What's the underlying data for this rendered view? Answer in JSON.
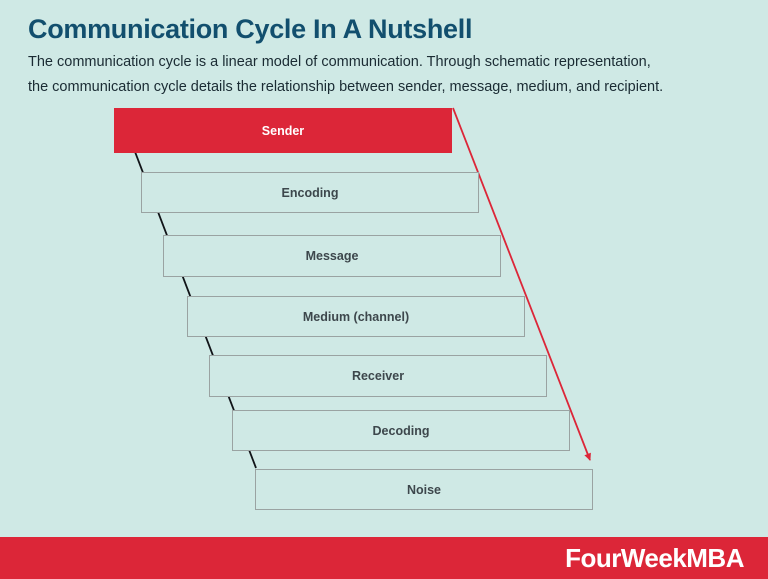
{
  "header": {
    "title": "Communication Cycle In A Nutshell",
    "description": "The communication cycle is a linear model of communication. Through schematic representation, the communication cycle details the relationship between sender, message, medium, and recipient."
  },
  "diagram": {
    "boxes": [
      {
        "label": "Sender",
        "highlight": true
      },
      {
        "label": "Encoding",
        "highlight": false
      },
      {
        "label": "Message",
        "highlight": false
      },
      {
        "label": "Medium (channel)",
        "highlight": false
      },
      {
        "label": "Receiver",
        "highlight": false
      },
      {
        "label": "Decoding",
        "highlight": false
      },
      {
        "label": "Noise",
        "highlight": false
      }
    ],
    "arrows": [
      {
        "name": "feedback-arrow",
        "color": "#101418",
        "direction": "up-left"
      },
      {
        "name": "noise-arrow",
        "color": "#dc2638",
        "direction": "down-right"
      }
    ]
  },
  "footer": {
    "brand": "FourWeekMBA"
  },
  "colors": {
    "background": "#cfe9e5",
    "accent": "#dc2638",
    "title": "#124f6e",
    "body_text": "#1a2b33",
    "box_border": "#9aa3a2",
    "box_label": "#3d474c",
    "arrow_black": "#101418",
    "footer_text": "#ffffff"
  }
}
